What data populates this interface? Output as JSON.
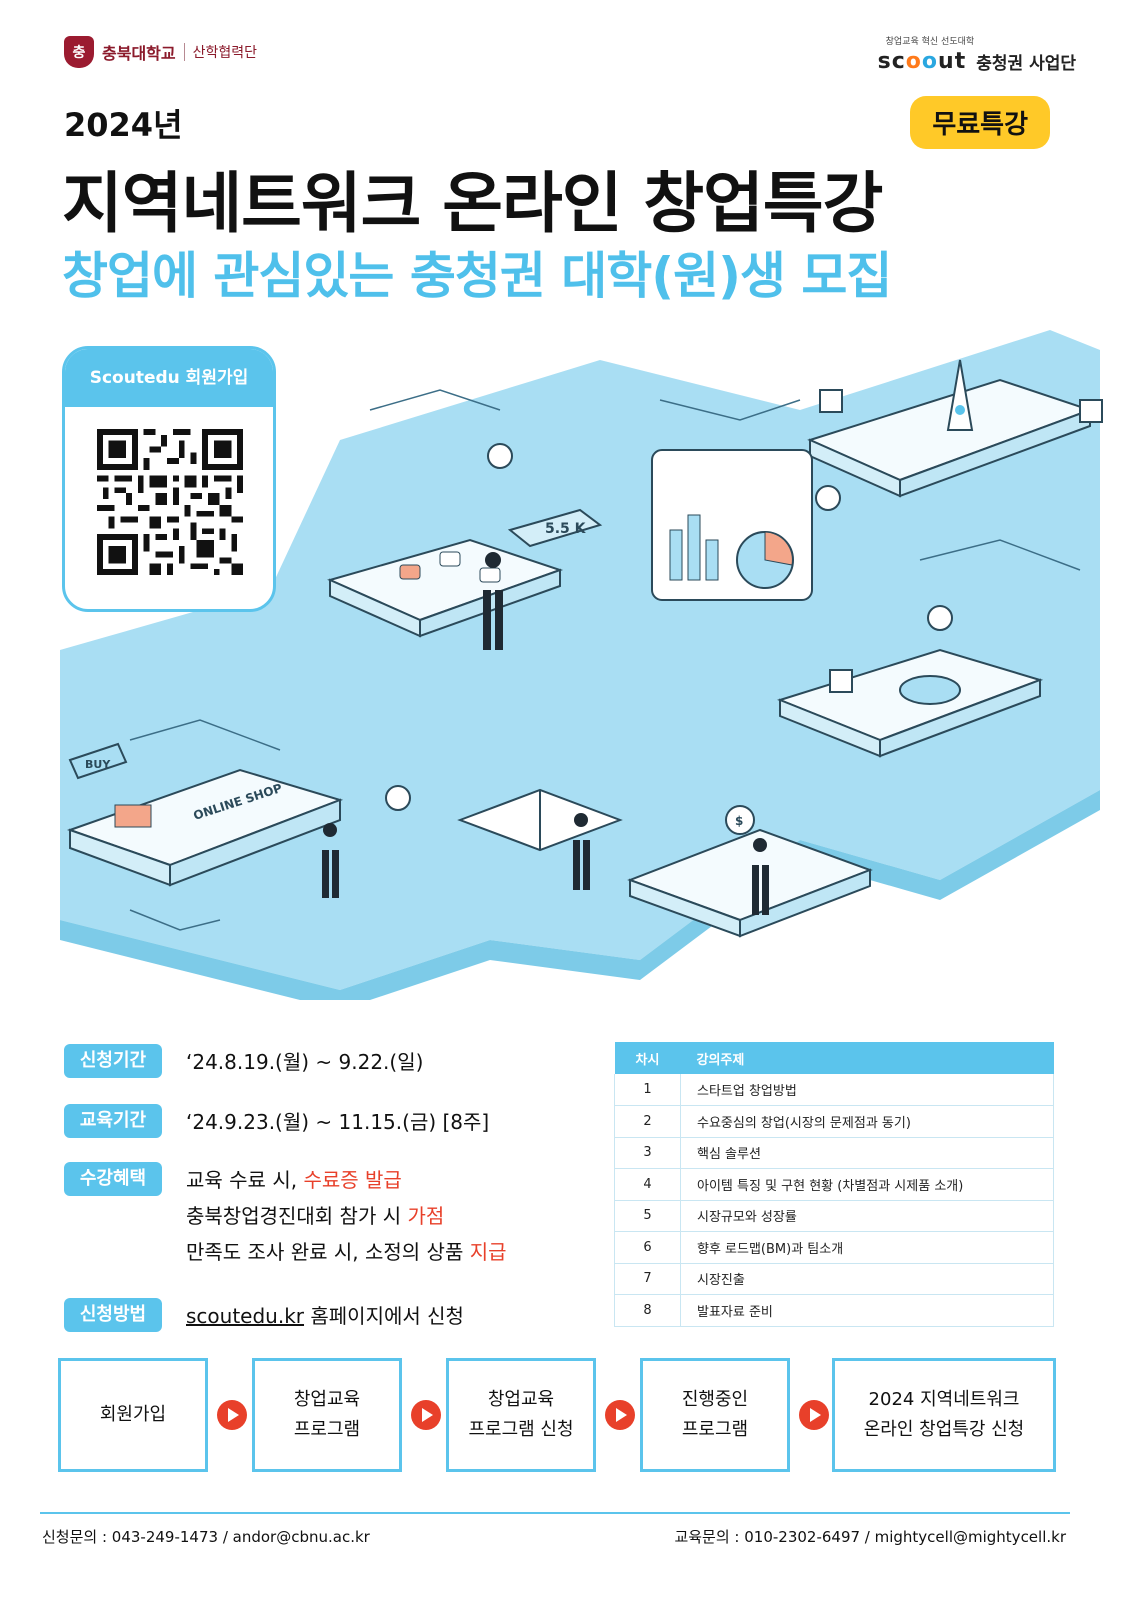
{
  "header": {
    "university_emblem": "충",
    "university_name": "충북대학교",
    "university_dept": "산학협력단",
    "scout_tagline": "창업교육 혁신 선도대학",
    "scout_word_a": "sc",
    "scout_word_b": "o",
    "scout_word_c": "o",
    "scout_word_d": "ut",
    "scout_org": "충청권 사업단"
  },
  "titles": {
    "year": "2024년",
    "badge": "무료특강",
    "main": "지역네트워크 온라인 창업특강",
    "sub": "창업에 관심있는 충청권 대학(원)생 모집"
  },
  "qr": {
    "heading": "Scoutedu 회원가입"
  },
  "illustration": {
    "labels": {
      "views": "5.5 K",
      "buy": "BUY",
      "shop": "ONLINE SHOP",
      "price": "$"
    }
  },
  "info": {
    "apply_period": {
      "tag": "신청기간",
      "text": "‘24.8.19.(월) ~ 9.22.(일)"
    },
    "edu_period": {
      "tag": "교육기간",
      "text": "‘24.9.23.(월) ~ 11.15.(금) [8주]"
    },
    "benefits": {
      "tag": "수강혜택",
      "line1_a": "교육 수료 시, ",
      "line1_b": "수료증 발급",
      "line2_a": "충북창업경진대회 참가 시 ",
      "line2_b": "가점",
      "line3_a": "만족도 조사 완료 시, 소정의 상품 ",
      "line3_b": "지급"
    },
    "method": {
      "tag": "신청방법",
      "link": "scoutedu.kr",
      "text": " 홈페이지에서 신청"
    }
  },
  "schedule": {
    "headers": [
      "차시",
      "강의주제"
    ],
    "rows": [
      [
        "1",
        "스타트업 창업방법"
      ],
      [
        "2",
        "수요중심의 창업(시장의 문제점과 동기)"
      ],
      [
        "3",
        "핵심 솔루션"
      ],
      [
        "4",
        "아이템 특징 및 구현 현황 (차별점과 시제품 소개)"
      ],
      [
        "5",
        "시장규모와 성장률"
      ],
      [
        "6",
        "향후 로드맵(BM)과 팀소개"
      ],
      [
        "7",
        "시장진출"
      ],
      [
        "8",
        "발표자료 준비"
      ]
    ]
  },
  "steps": [
    {
      "line1": "회원가입",
      "line2": ""
    },
    {
      "line1": "창업교육",
      "line2": "프로그램"
    },
    {
      "line1": "창업교육",
      "line2": "프로그램 신청"
    },
    {
      "line1": "진행중인",
      "line2": "프로그램"
    },
    {
      "line1": "2024 지역네트워크",
      "line2": "온라인 창업특강 신청"
    }
  ],
  "footer": {
    "left": "신청문의 : 043-249-1473 / andor@cbnu.ac.kr",
    "right": "교육문의 : 010-2302-6497 / mightycell@mightycell.kr"
  },
  "colors": {
    "accent": "#5bc4ec",
    "highlight": "#e8402a",
    "badge": "#ffc928",
    "platform": "#a9def3",
    "peach": "#f3a68a"
  }
}
